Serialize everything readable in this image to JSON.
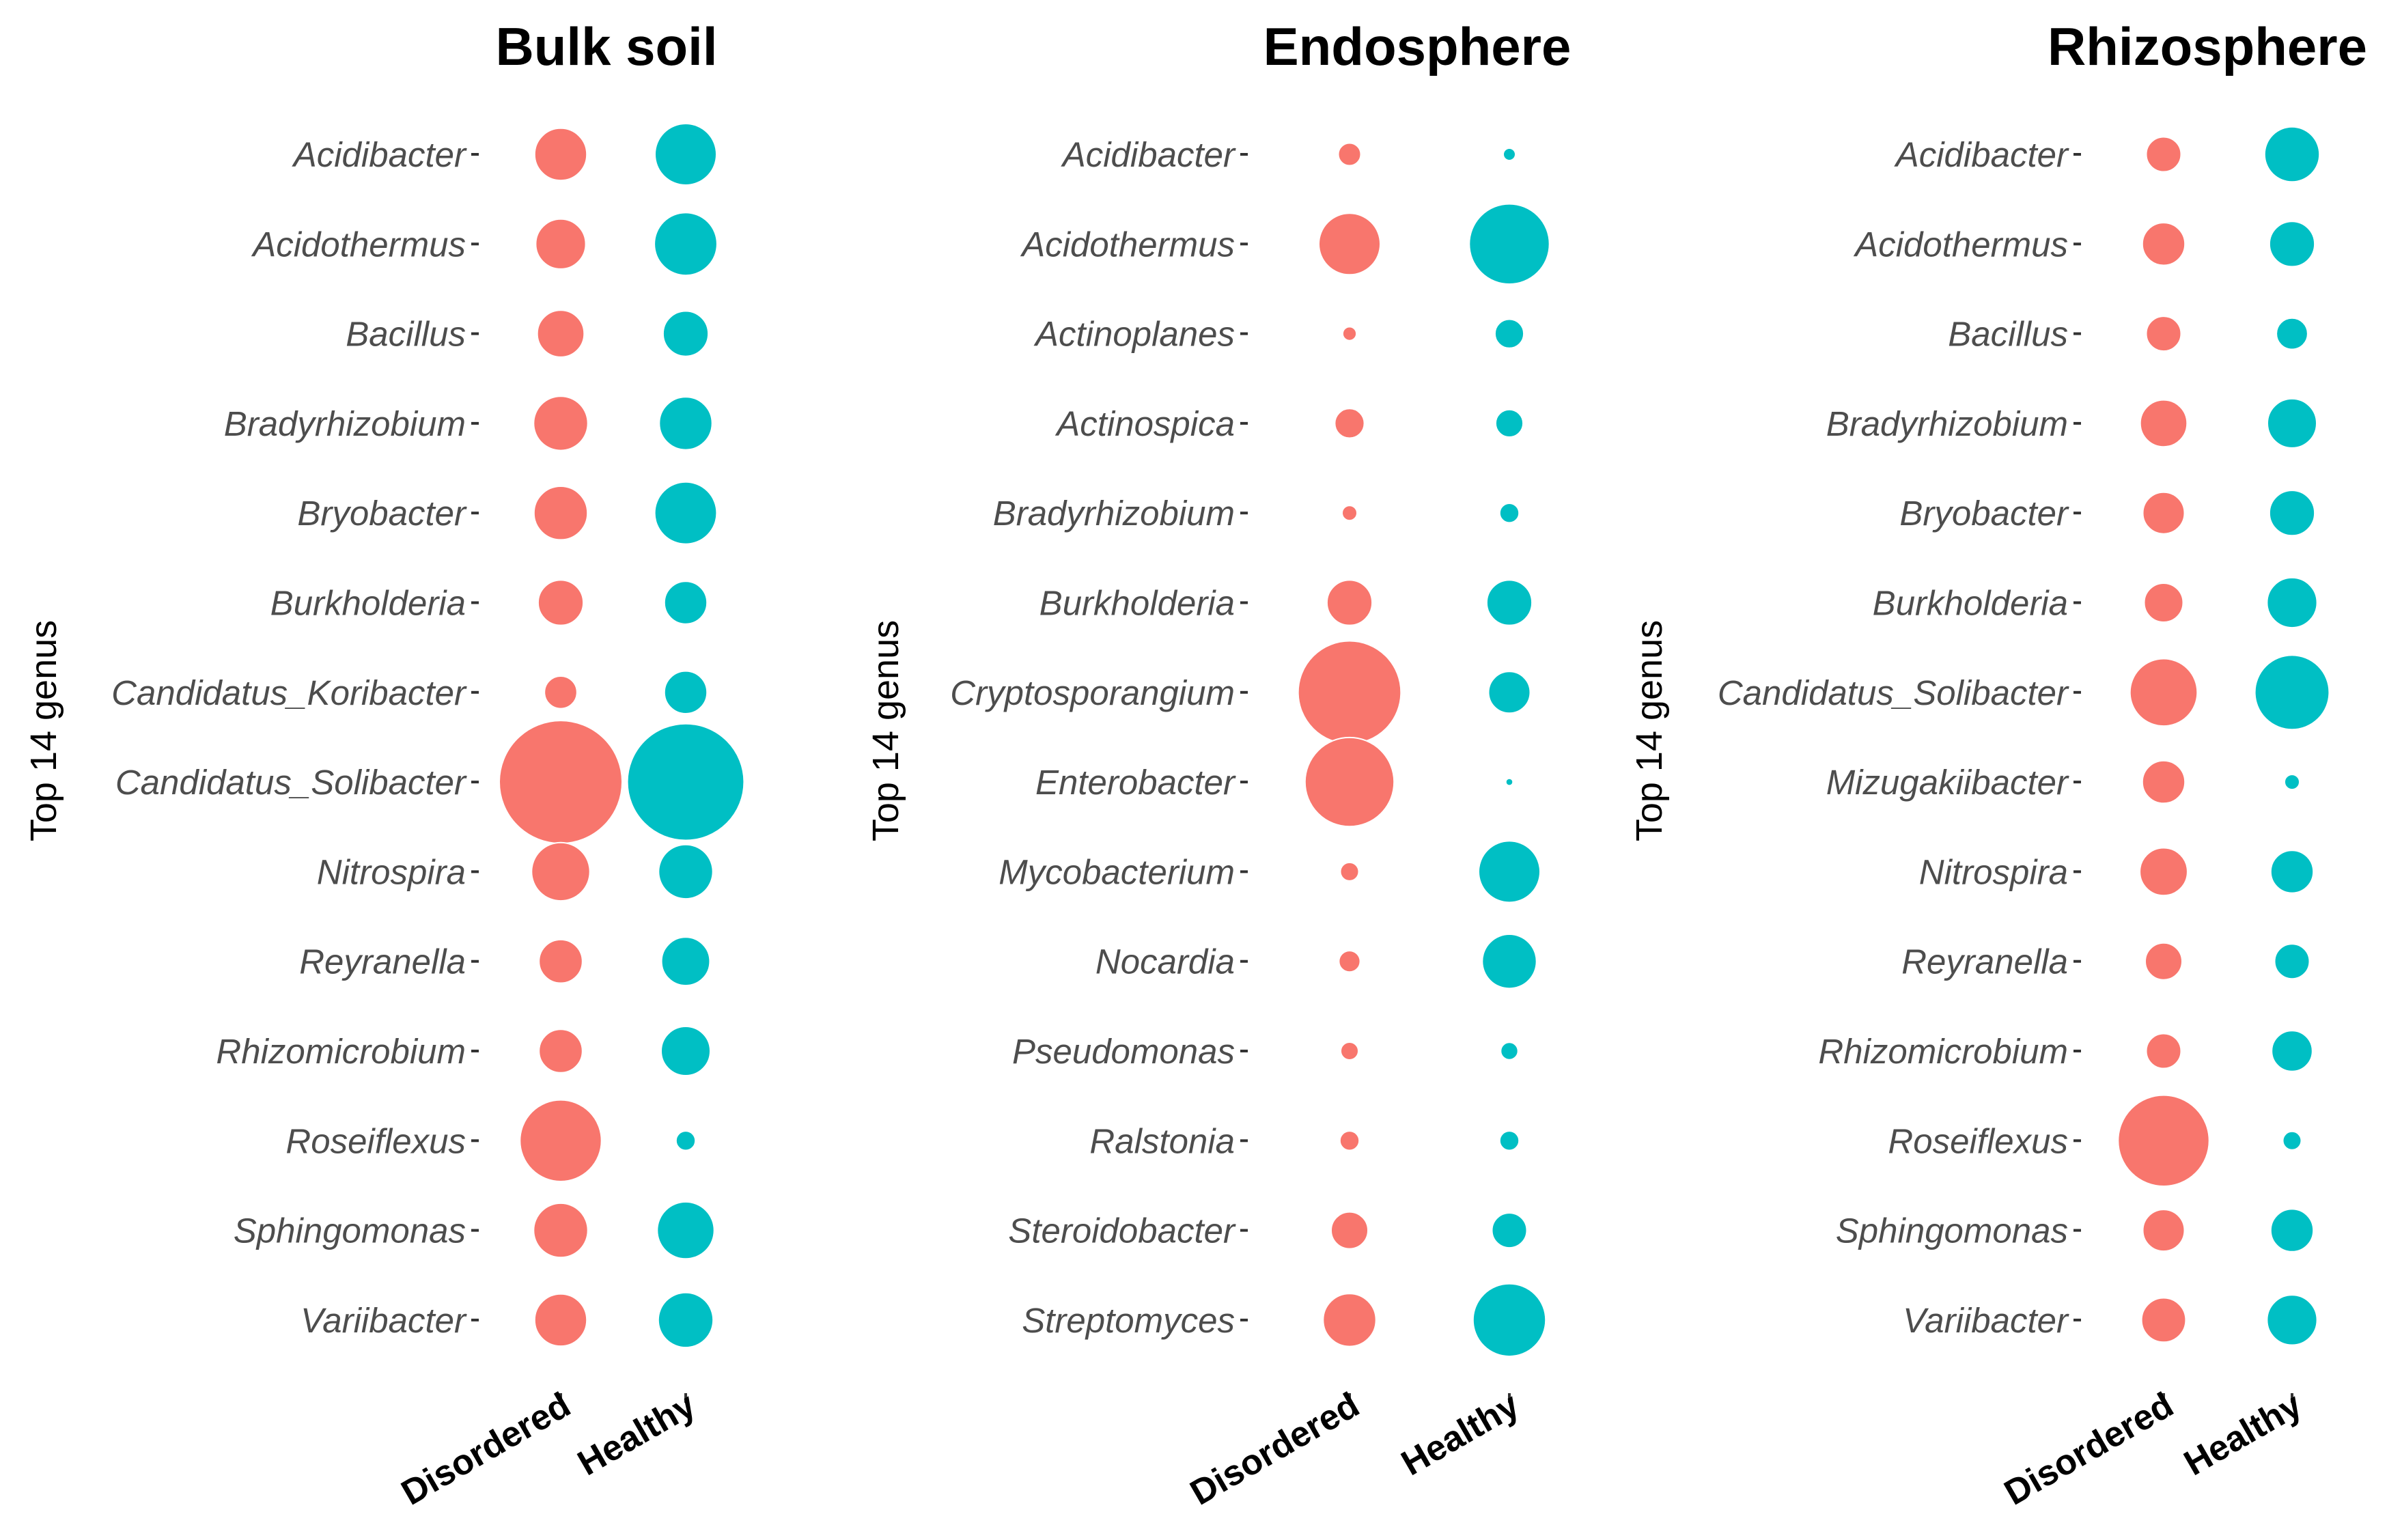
{
  "chart_data": [
    {
      "type": "scatter",
      "encoding": "bubble",
      "title": "Bulk soil",
      "ylabel": "Top 14 genus",
      "xlabel": "",
      "categories": [
        "Disordered",
        "Healthy"
      ],
      "colors": {
        "Disordered": "#F8766D",
        "Healthy": "#00BFC4"
      },
      "genera": [
        "Acidibacter",
        "Acidothermus",
        "Bacillus",
        "Bradyrhizobium",
        "Bryobacter",
        "Burkholderia",
        "Candidatus_Koribacter",
        "Candidatus_Solibacter",
        "Nitrospira",
        "Reyranella",
        "Rhizomicrobium",
        "Roseiflexus",
        "Sphingomonas",
        "Variibacter"
      ],
      "series": [
        {
          "group": "Disordered",
          "values": [
            3.6,
            3.3,
            2.9,
            3.9,
            3.8,
            2.7,
            1.4,
            20.0,
            4.5,
            2.5,
            2.5,
            8.8,
            3.9,
            3.6
          ]
        },
        {
          "group": "Healthy",
          "values": [
            5.0,
            5.2,
            2.7,
            3.7,
            5.1,
            2.4,
            2.4,
            18.0,
            3.9,
            3.1,
            3.2,
            0.5,
            4.3,
            4.0
          ]
        }
      ]
    },
    {
      "type": "scatter",
      "encoding": "bubble",
      "title": "Endosphere",
      "ylabel": "Top 14 genus",
      "xlabel": "",
      "categories": [
        "Disordered",
        "Healthy"
      ],
      "colors": {
        "Disordered": "#F8766D",
        "Healthy": "#00BFC4"
      },
      "genera": [
        "Acidibacter",
        "Acidothermus",
        "Actinoplanes",
        "Actinospica",
        "Bradyrhizobium",
        "Burkholderia",
        "Cryptosporangium",
        "Enterobacter",
        "Mycobacterium",
        "Nocardia",
        "Pseudomonas",
        "Ralstonia",
        "Steroidobacter",
        "Streptomyces"
      ],
      "series": [
        {
          "group": "Disordered",
          "values": [
            0.67,
            5.0,
            0.25,
            1.15,
            0.3,
            2.7,
            14.0,
            10.5,
            0.45,
            0.6,
            0.42,
            0.5,
            1.8,
            3.7
          ]
        },
        {
          "group": "Healthy",
          "values": [
            0.2,
            8.5,
            1.1,
            1.0,
            0.5,
            2.7,
            2.3,
            0.07,
            5.0,
            3.9,
            0.4,
            0.5,
            1.6,
            7.0
          ]
        }
      ]
    },
    {
      "type": "scatter",
      "encoding": "bubble",
      "title": "Rhizosphere",
      "ylabel": "Top 14 genus",
      "xlabel": "",
      "categories": [
        "Disordered",
        "Healthy"
      ],
      "colors": {
        "Disordered": "#F8766D",
        "Healthy": "#00BFC4"
      },
      "genera": [
        "Acidibacter",
        "Acidothermus",
        "Bacillus",
        "Bradyrhizobium",
        "Bryobacter",
        "Burkholderia",
        "Candidatus_Solibacter",
        "Mizugakiibacter",
        "Nitrospira",
        "Reyranella",
        "Rhizomicrobium",
        "Roseiflexus",
        "Sphingomonas",
        "Variibacter"
      ],
      "series": [
        {
          "group": "Disordered",
          "values": [
            1.6,
            2.4,
            1.6,
            2.9,
            2.3,
            2.0,
            6.0,
            2.4,
            3.0,
            1.8,
            1.6,
            11.0,
            2.3,
            2.6
          ]
        },
        {
          "group": "Healthy",
          "values": [
            4.0,
            2.7,
            1.3,
            3.2,
            2.7,
            3.3,
            7.3,
            0.3,
            2.4,
            1.6,
            2.2,
            0.45,
            2.4,
            3.3
          ]
        }
      ]
    }
  ]
}
